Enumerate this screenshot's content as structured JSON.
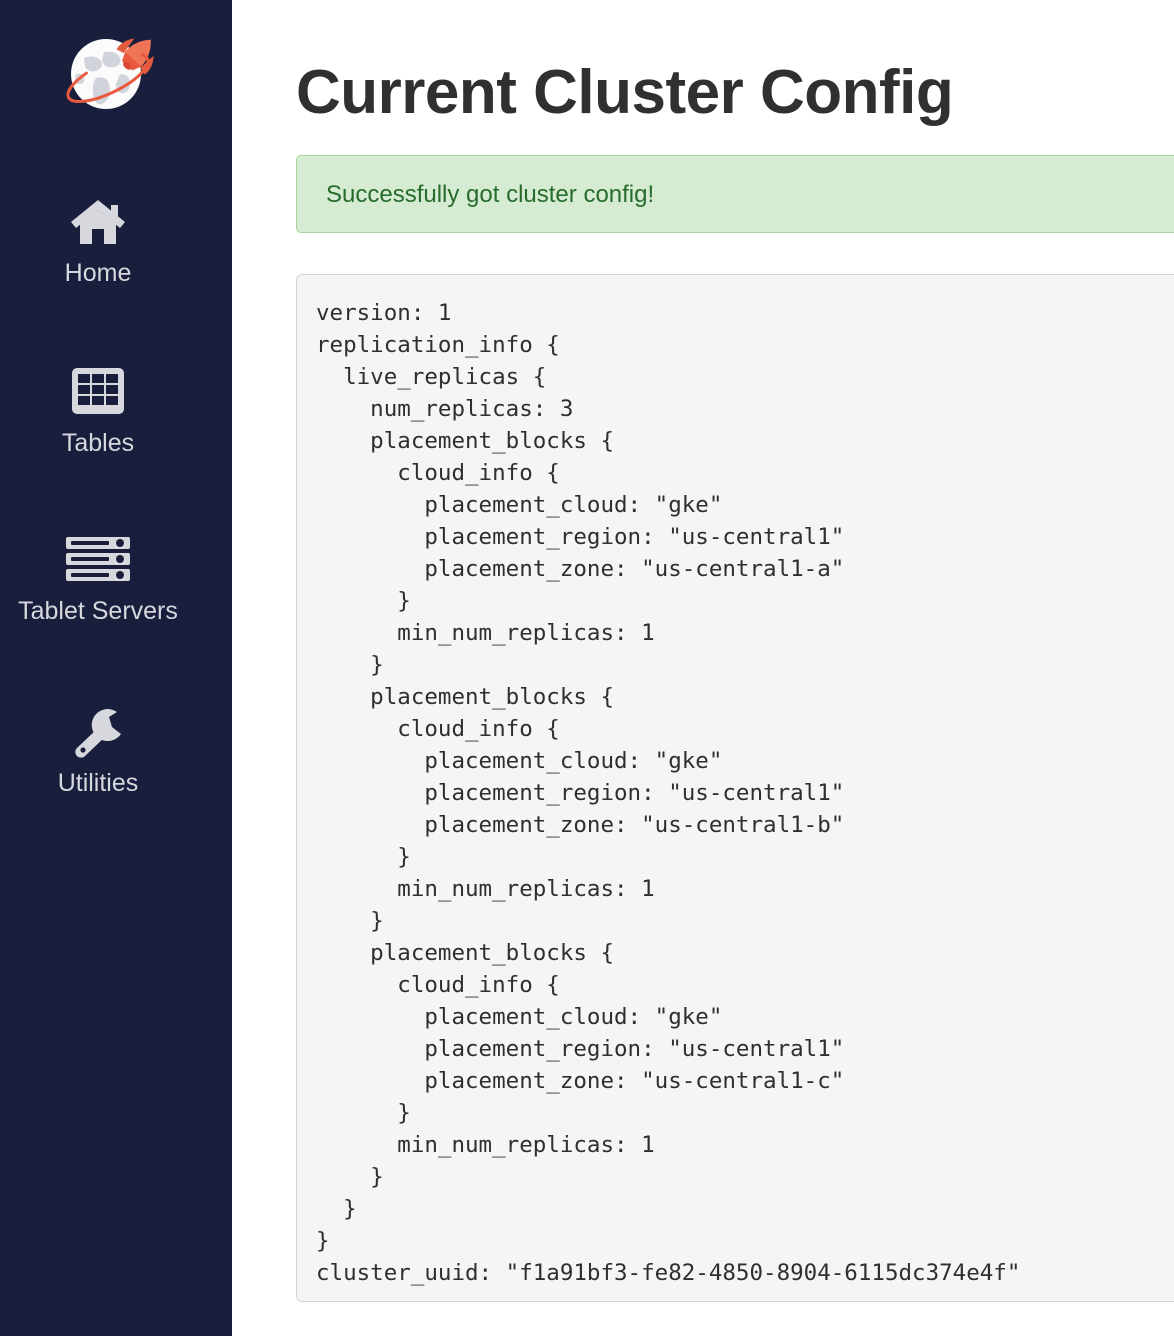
{
  "sidebar": {
    "brand": {
      "icon": "rocket-globe-logo",
      "colors": {
        "globe": "#f2f2f4",
        "rocket": "#e8593d",
        "orbit": "#e8593d"
      }
    },
    "background_color": "#191E3C",
    "items": [
      {
        "id": "home",
        "label": "Home",
        "icon": "home-icon"
      },
      {
        "id": "tables",
        "label": "Tables",
        "icon": "table-grid-icon"
      },
      {
        "id": "tservers",
        "label": "Tablet Servers",
        "icon": "server-rack-icon"
      },
      {
        "id": "utils",
        "label": "Utilities",
        "icon": "wrench-icon"
      }
    ]
  },
  "main": {
    "title": "Current Cluster Config",
    "alert": {
      "text": "Successfully got cluster config!",
      "type": "success",
      "background_color": "#d6ecd2",
      "border_color": "#a9d59e",
      "text_color": "#276c2c"
    },
    "config": {
      "background_color": "#f5f5f5",
      "border_color": "#d6d6d6",
      "text": "version: 1\nreplication_info {\n  live_replicas {\n    num_replicas: 3\n    placement_blocks {\n      cloud_info {\n        placement_cloud: \"gke\"\n        placement_region: \"us-central1\"\n        placement_zone: \"us-central1-a\"\n      }\n      min_num_replicas: 1\n    }\n    placement_blocks {\n      cloud_info {\n        placement_cloud: \"gke\"\n        placement_region: \"us-central1\"\n        placement_zone: \"us-central1-b\"\n      }\n      min_num_replicas: 1\n    }\n    placement_blocks {\n      cloud_info {\n        placement_cloud: \"gke\"\n        placement_region: \"us-central1\"\n        placement_zone: \"us-central1-c\"\n      }\n      min_num_replicas: 1\n    }\n  }\n}\ncluster_uuid: \"f1a91bf3-fe82-4850-8904-6115dc374e4f\"",
      "values": {
        "version": 1,
        "num_replicas": 3,
        "cluster_uuid": "f1a91bf3-fe82-4850-8904-6115dc374e4f",
        "placement_blocks": [
          {
            "placement_cloud": "gke",
            "placement_region": "us-central1",
            "placement_zone": "us-central1-a",
            "min_num_replicas": 1
          },
          {
            "placement_cloud": "gke",
            "placement_region": "us-central1",
            "placement_zone": "us-central1-b",
            "min_num_replicas": 1
          },
          {
            "placement_cloud": "gke",
            "placement_region": "us-central1",
            "placement_zone": "us-central1-c",
            "min_num_replicas": 1
          }
        ]
      }
    }
  }
}
